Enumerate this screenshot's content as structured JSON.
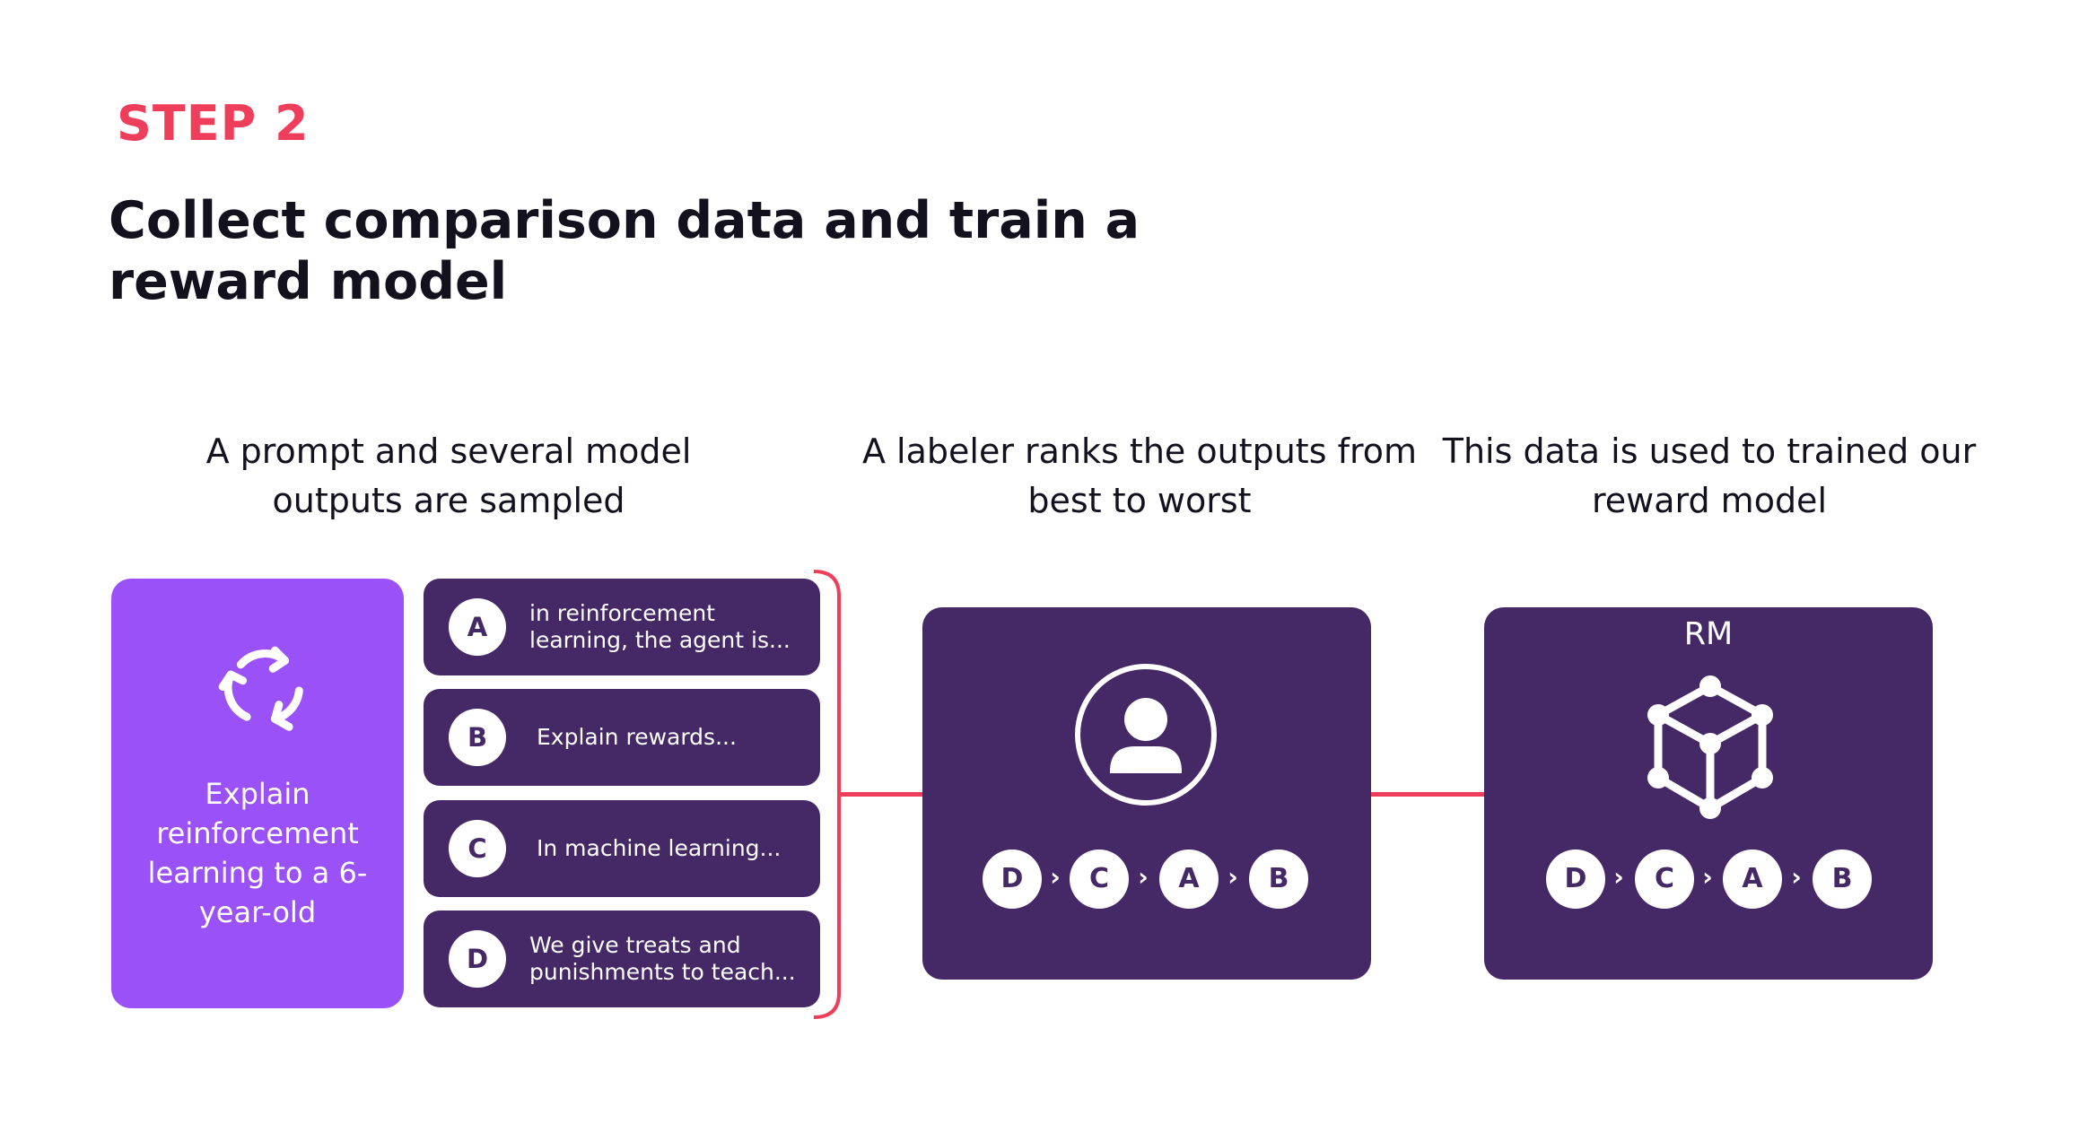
{
  "step_label": "STEP 2",
  "title": "Collect comparison data and train a reward model",
  "columns": {
    "sampling": {
      "caption": "A prompt and several model outputs are sampled"
    },
    "labeling": {
      "caption": "A labeler ranks the outputs from best to worst"
    },
    "training": {
      "caption": "This data is used to trained our reward model"
    }
  },
  "prompt": {
    "text": "Explain reinforcement learning to a 6-year-old",
    "icon": "cycle-arrows-icon"
  },
  "outputs": [
    {
      "letter": "A",
      "text": "in reinforcement learning, the agent is..."
    },
    {
      "letter": "B",
      "text": "Explain rewards..."
    },
    {
      "letter": "C",
      "text": "In machine learning..."
    },
    {
      "letter": "D",
      "text": "We give treats and punishments to teach..."
    }
  ],
  "labeler_panel": {
    "icon": "person-icon",
    "ranking": [
      "D",
      "C",
      "A",
      "B"
    ],
    "separator": "›"
  },
  "rm_panel": {
    "caption": "RM",
    "icon": "cube-network-icon",
    "ranking": [
      "D",
      "C",
      "A",
      "B"
    ],
    "separator": "›"
  },
  "colors": {
    "accent": "#ef3e5c",
    "prompt_card": "#9b51f8",
    "dark_panel": "#452967",
    "text": "#14111f"
  }
}
